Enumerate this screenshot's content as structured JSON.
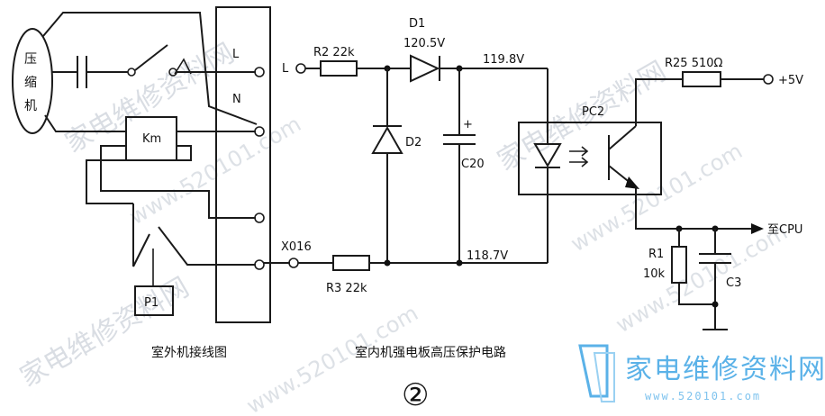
{
  "labels": {
    "compressor": [
      "压",
      "缩",
      "机"
    ],
    "km": "Km",
    "p1": "P1",
    "terminal_l": "L",
    "terminal_n": "N",
    "l_input": "L",
    "x016": "X016",
    "r2": "R2 22k",
    "r3": "R3 22k",
    "d1": "D1",
    "d1_voltage": "120.5V",
    "d2": "D2",
    "c20": "C20",
    "c20_polarity": "+",
    "v_top": "119.8V",
    "v_bottom": "118.7V",
    "pc2": "PC2",
    "r25": "R25 510Ω",
    "plus5v": "+5V",
    "to_cpu": "至CPU",
    "r1_name": "R1",
    "r1_value": "10k",
    "c3": "C3"
  },
  "captions": {
    "outdoor": "室外机接线图",
    "indoor": "室内机强电板高压保护电路",
    "figure_number": "②"
  },
  "watermark": {
    "site_cn": "家电维修资料网",
    "site_url": "www.520101.com",
    "logo_text": "家电维修资料网",
    "logo_url": "www.520101.com",
    "logo_color": "#5bb2e8"
  }
}
